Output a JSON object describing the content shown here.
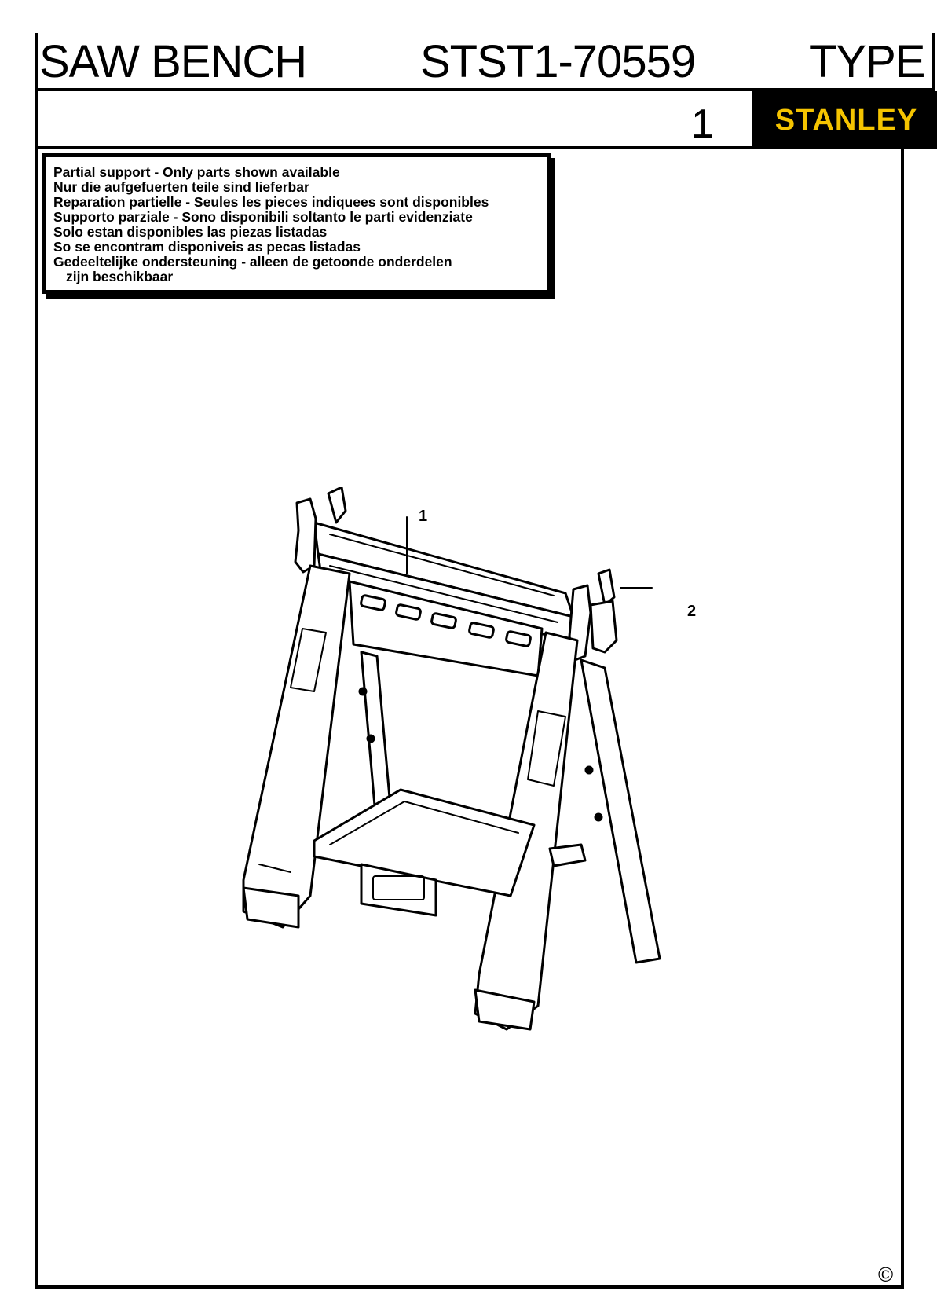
{
  "header": {
    "product_name": "SAW BENCH",
    "model": "STST1-70559",
    "type_label": "TYPE",
    "type_value": "1"
  },
  "brand": {
    "logo_text": "STANLEY",
    "logo_color": "#f5c400"
  },
  "notice": {
    "lines": [
      "Partial support - Only parts shown available",
      "Nur die aufgefuerten teile sind lieferbar",
      "Reparation partielle - Seules les pieces indiquees sont disponibles",
      "Supporto parziale - Sono disponibili soltanto le parti evidenziate",
      "Solo estan disponibles las piezas listadas",
      "So se encontram disponiveis as pecas listadas",
      "Gedeeltelijke ondersteuning - alleen de getoonde onderdelen",
      "zijn beschikbaar"
    ]
  },
  "callouts": [
    "1",
    "2"
  ],
  "footer": {
    "copyright": "©"
  }
}
